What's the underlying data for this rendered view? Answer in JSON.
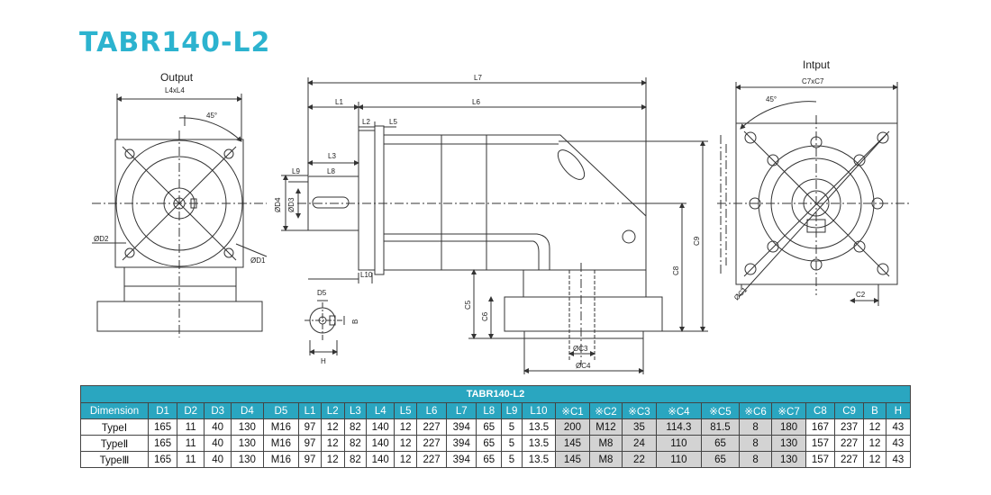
{
  "title": "TABR140-L2",
  "views": {
    "output_label": "Output",
    "input_label": "Intput"
  },
  "dimension_labels": {
    "l4xl4": "L4xL4",
    "c7xc7": "C7xC7",
    "angle_output": "45°",
    "angle_input": "45°",
    "d1": "ØD1",
    "d2": "ØD2",
    "d3": "ØD3",
    "d4": "ØD4",
    "d5": "D5",
    "l1": "L1",
    "l2": "L2",
    "l3": "L3",
    "l5": "L5",
    "l6": "L6",
    "l7": "L7",
    "l8": "L8",
    "l9": "L9",
    "l10": "L10",
    "b": "B",
    "h": "H",
    "c1": "ØC1",
    "c2": "C2",
    "c3": "ØC3",
    "c4": "ØC4",
    "c5": "C5",
    "c6": "C6",
    "c8": "C8",
    "c9": "C9"
  },
  "table": {
    "title": "TABR140-L2",
    "headers": [
      "Dimension",
      "D1",
      "D2",
      "D3",
      "D4",
      "D5",
      "L1",
      "L2",
      "L3",
      "L4",
      "L5",
      "L6",
      "L7",
      "L8",
      "L9",
      "L10",
      "※C1",
      "※C2",
      "※C3",
      "※C4",
      "※C5",
      "※C6",
      "※C7",
      "C8",
      "C9",
      "B",
      "H"
    ],
    "rows": [
      [
        "TypeⅠ",
        "165",
        "11",
        "40",
        "130",
        "M16",
        "97",
        "12",
        "82",
        "140",
        "12",
        "227",
        "394",
        "65",
        "5",
        "13.5",
        "200",
        "M12",
        "35",
        "114.3",
        "81.5",
        "8",
        "180",
        "167",
        "237",
        "12",
        "43"
      ],
      [
        "TypeⅡ",
        "165",
        "11",
        "40",
        "130",
        "M16",
        "97",
        "12",
        "82",
        "140",
        "12",
        "227",
        "394",
        "65",
        "5",
        "13.5",
        "145",
        "M8",
        "24",
        "110",
        "65",
        "8",
        "130",
        "157",
        "227",
        "12",
        "43"
      ],
      [
        "TypeⅢ",
        "165",
        "11",
        "40",
        "130",
        "M16",
        "97",
        "12",
        "82",
        "140",
        "12",
        "227",
        "394",
        "65",
        "5",
        "13.5",
        "145",
        "M8",
        "22",
        "110",
        "65",
        "8",
        "130",
        "157",
        "227",
        "12",
        "43"
      ]
    ],
    "shaded_columns": [
      16,
      17,
      18,
      19,
      20,
      21,
      22
    ],
    "header_color": "#2aa6c0"
  },
  "colors": {
    "title": "#2cb3cf",
    "line": "#333333",
    "shade": "#d3d3d3"
  }
}
